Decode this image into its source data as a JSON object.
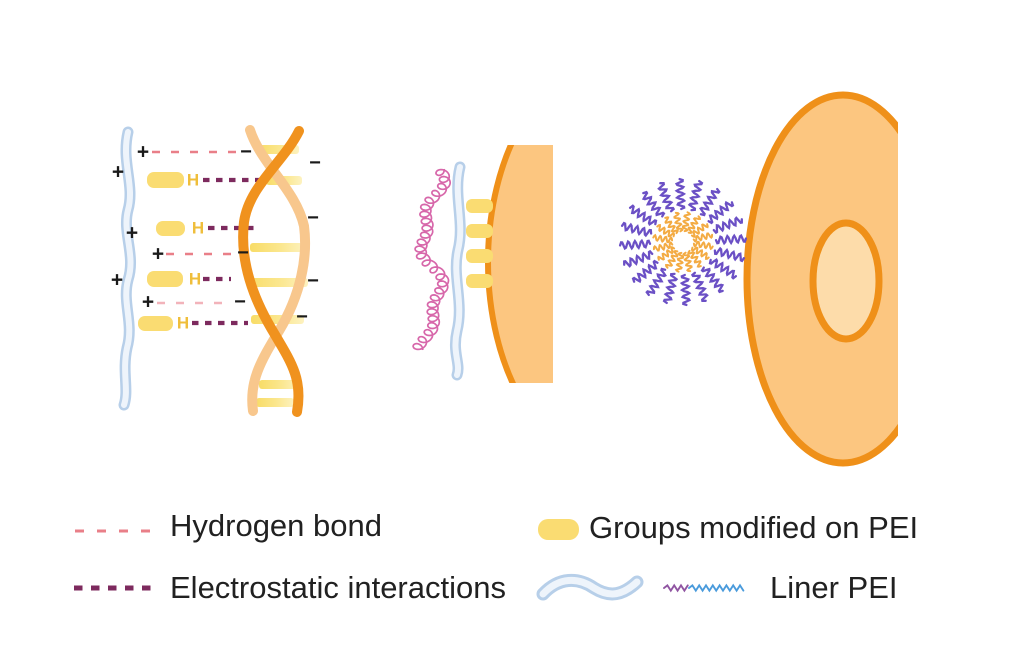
{
  "glyphs": {
    "plus": "+",
    "minus": "−",
    "h": "H"
  },
  "legend": {
    "hydrogen_bond_label": "Hydrogen bond",
    "electrostatic_label": "Electrostatic interactions",
    "groups_label": "Groups modified on PEI",
    "liner_pei_label": "Liner PEI"
  },
  "colors": {
    "text": "#212121",
    "charge_glyph": "#1a1a1a",
    "h_label_gold": "#efbe3b",
    "pei_ribbon_edge": "#b7cfe9",
    "pei_ribbon_inner": "#eef4fb",
    "group_yellow": "#fadc72",
    "hydrogen_bond_pink": "#e97f88",
    "hydrogen_bond_pink_faint": "#f2b3ba",
    "electrostatic_maroon": "#7d2a5e",
    "dna_strand_dark": "#f0921e",
    "dna_strand_light": "#f8c78d",
    "dna_rung_yellow": "#f8dc67",
    "dna_rung_pale": "#fdf2c0",
    "cell_fill": "#fcc680",
    "cell_border": "#ef9019",
    "nucleus_fill": "#fddcaa",
    "micelle_purple": "#6b50c5",
    "micelle_orange": "#f3ab43",
    "plasmid_pink": "#d767aa",
    "zigzag_purple": "#9055a2",
    "zigzag_blue": "#4a9bdc"
  }
}
